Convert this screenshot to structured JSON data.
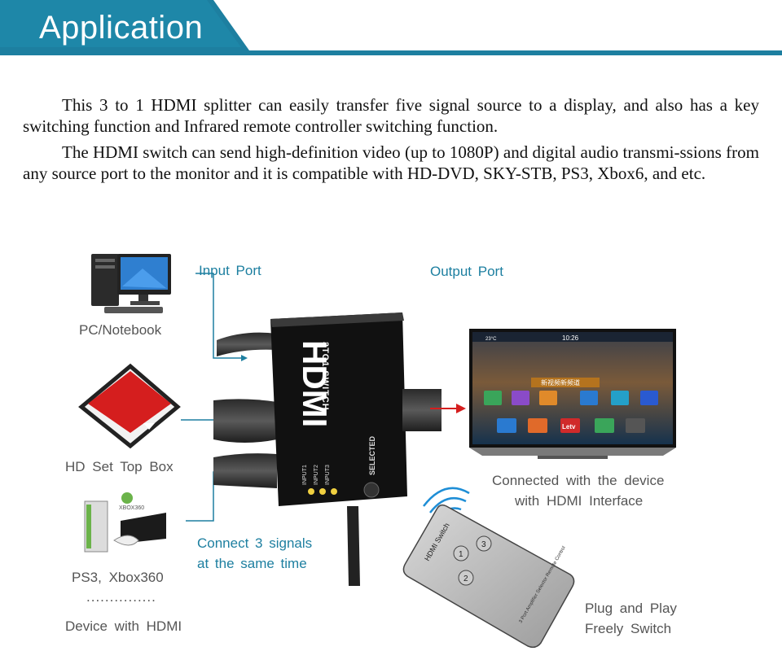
{
  "header": {
    "title": "Application",
    "bg_color": "#1d7fa0"
  },
  "intro": {
    "para1": "This 3 to 1 HDMI splitter can easily transfer five signal source to a display, and also has a key switching function and Infrared remote controller switching function.",
    "para2": "The HDMI switch can send high-definition video (up to 1080P) and digital audio transmi-ssions from any source port to the monitor and it is compatible with HD-DVD, SKY-STB, PS3, Xbox6, and etc."
  },
  "diagram": {
    "input_port": "Input  Port",
    "output_port": "Output  Port",
    "pc_label": "PC/Notebook",
    "stb_label": "HD  Set  Top  Box",
    "console_label": "PS3,  Xbox360",
    "dots": "...............",
    "device_label": "Device  with  HDMI",
    "connect_line1": "Connect  3  signals",
    "connect_line2": "at  the  same  time",
    "tv_line1": "Connected  with  the  device",
    "tv_line2": "with  HDMI  Interface",
    "plug_line1": "Plug  and  Play",
    "plug_line2": "Freely  Switch",
    "switch_brand": "HDMI",
    "switch_model": "3TO1 SWITCH",
    "switch_inputs": [
      "INPUT1",
      "INPUT2",
      "INPUT3"
    ],
    "switch_selected": "SELECTED",
    "remote_title": "HDMI Switch",
    "remote_buttons": [
      "1",
      "2",
      "3"
    ],
    "remote_caption": "3 Port Amplifier Selector Remote Control",
    "xbox_logo": "XBOX360",
    "tv_time": "10:26",
    "tv_temp": "23°C",
    "tv_banner": "新视频新频道",
    "tv_letv": "Letv",
    "accent_blue": "#1d7fa0"
  }
}
